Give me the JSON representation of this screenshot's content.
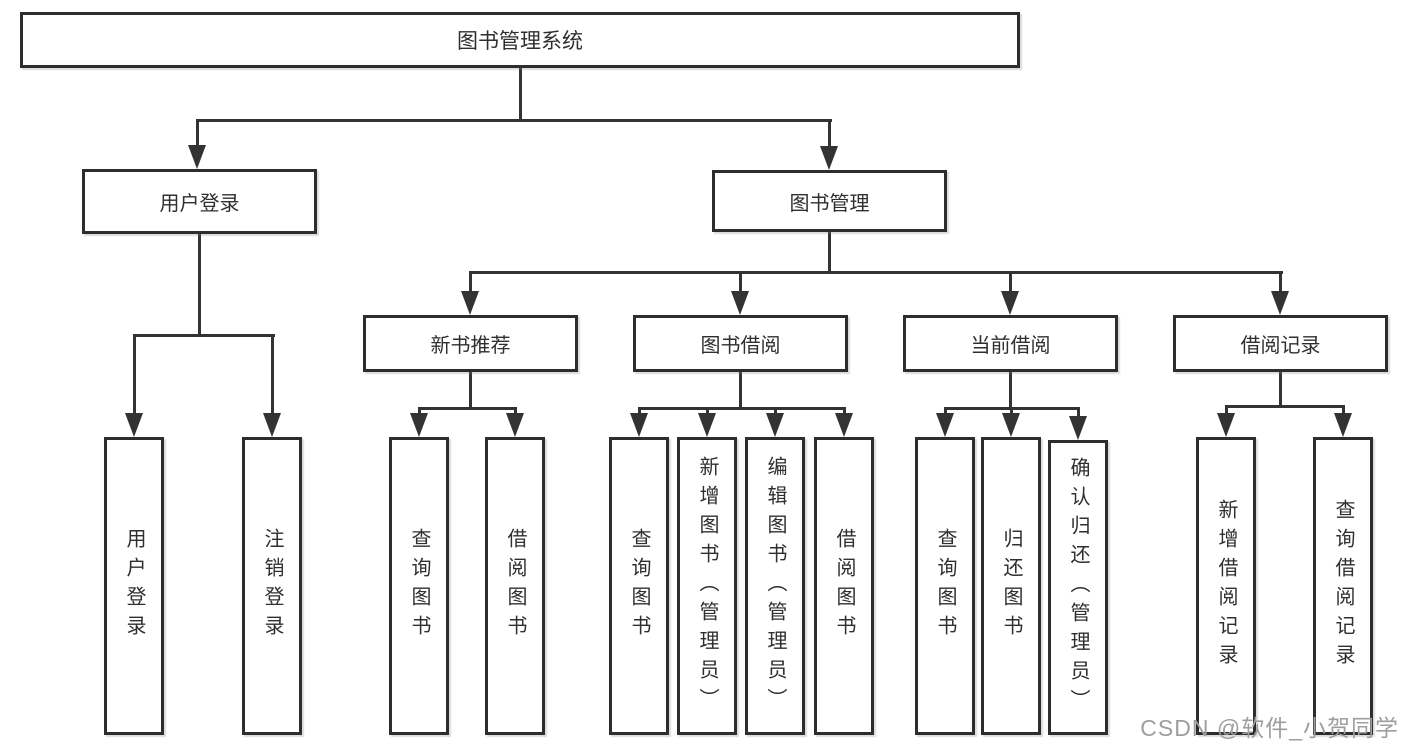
{
  "diagram": {
    "root": "图书管理系统",
    "level1": {
      "user_login": "用户登录",
      "book_mgmt": "图书管理"
    },
    "level2": {
      "new_book": "新书推荐",
      "borrow": "图书借阅",
      "current": "当前借阅",
      "records": "借阅记录"
    },
    "leaves": {
      "user_login_leaf": "用户登录",
      "logout": "注销登录",
      "nb_query": "查询图书",
      "nb_borrow": "借阅图书",
      "bw_query": "查询图书",
      "bw_add": "新增图书（管理员）",
      "bw_edit": "编辑图书（管理员）",
      "bw_borrow": "借阅图书",
      "cur_query": "查询图书",
      "cur_return": "归还图书",
      "cur_confirm": "确认归还（管理员）",
      "rec_add": "新增借阅记录",
      "rec_query": "查询借阅记录"
    },
    "colors": {
      "line": "#333333",
      "box_border": "#2d2d2d",
      "text": "#2f2f2f",
      "background": "#ffffff",
      "watermark": "#9e9e9e"
    }
  },
  "watermark": "CSDN @软件_小贺同学"
}
